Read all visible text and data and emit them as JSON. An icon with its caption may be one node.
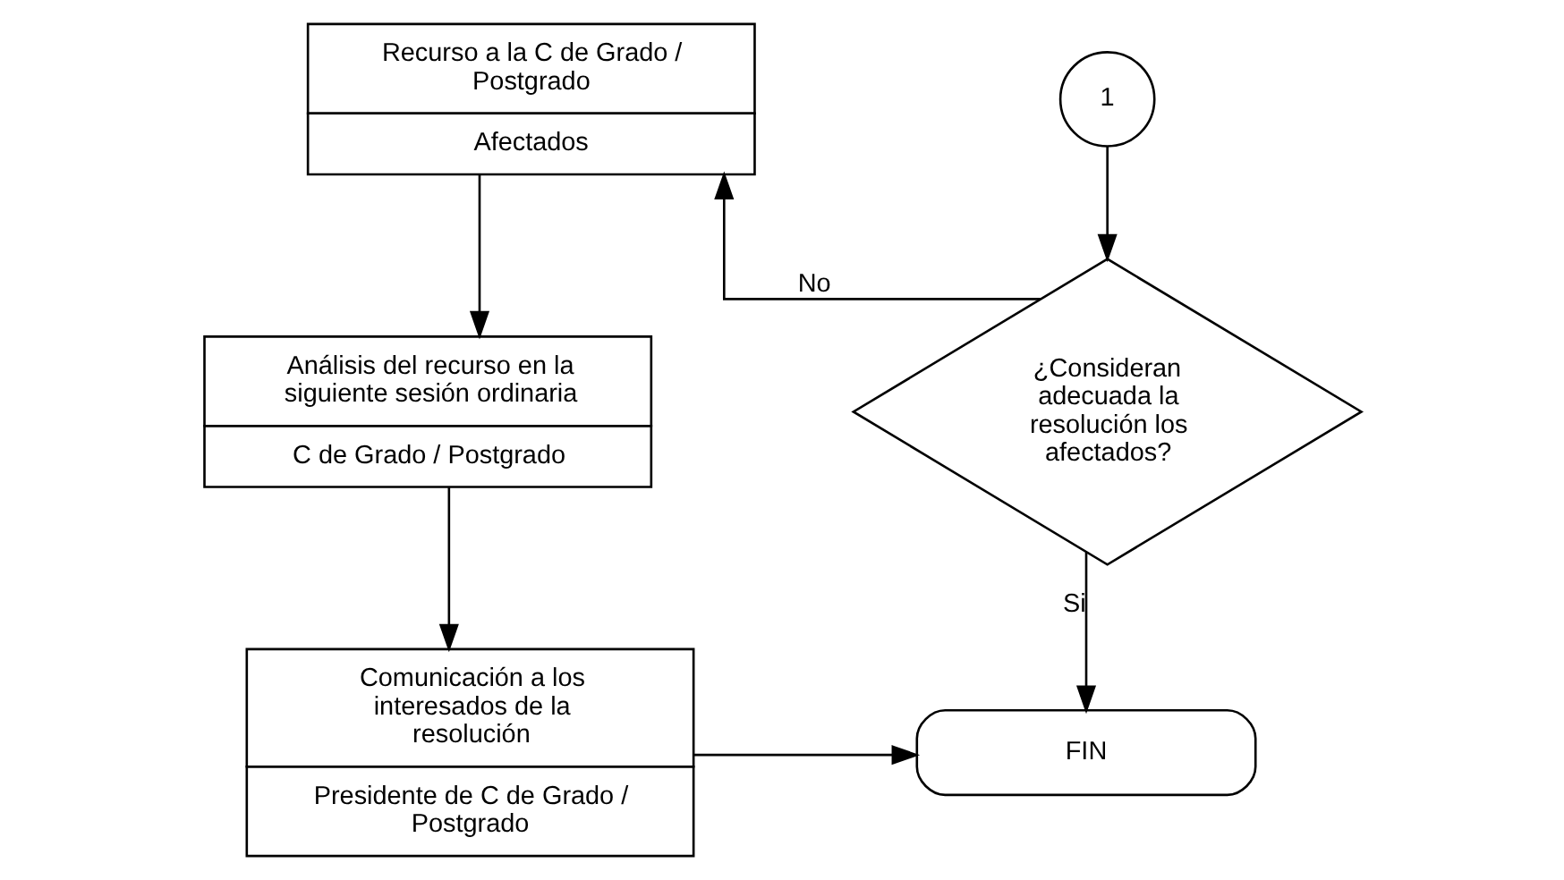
{
  "diagram": {
    "nodes": [
      {
        "text": [
          "1"
        ]
      },
      {
        "text": [
          "¿Consideran adecuada la resolución los afectados?"
        ]
      },
      {
        "text": [
          "Recurso a la C de Grado / Postgrado",
          "Afectados"
        ]
      },
      {
        "text": [
          "Análisis del recurso en la siguiente sesión ordinaria",
          "C de Grado / Postgrado"
        ]
      },
      {
        "text": [
          "Comunicación a los interesados de la resolución",
          "Presidente de C de Grado / Postgrado"
        ]
      },
      {
        "text": [
          "FIN"
        ]
      }
    ],
    "edges": [
      {
        "from": 0,
        "to": 1,
        "arrow": "to"
      },
      {
        "from": 1,
        "to": 2,
        "arrow": "to",
        "label": "No"
      },
      {
        "from": 2,
        "to": 3,
        "arrow": "to"
      },
      {
        "from": 3,
        "to": 4,
        "arrow": "to"
      },
      {
        "from": 4,
        "to": 5,
        "arrow": "to"
      },
      {
        "from": 1,
        "to": 5,
        "arrow": "to",
        "label": "Si"
      }
    ]
  }
}
